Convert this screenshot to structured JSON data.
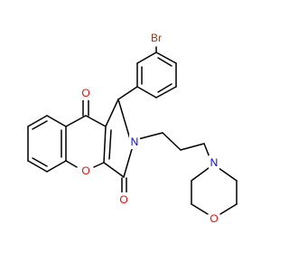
{
  "molecule": {
    "atoms": {
      "br": {
        "symbol": "Br",
        "color": "#8b3a1e"
      },
      "o_ketone": {
        "symbol": "O",
        "color": "#ff0000"
      },
      "o_ring": {
        "symbol": "O",
        "color": "#ff0000"
      },
      "o_lactam": {
        "symbol": "O",
        "color": "#ff0000"
      },
      "n_lactam": {
        "symbol": "N",
        "color": "#0000ff"
      },
      "n_morpholine": {
        "symbol": "N",
        "color": "#0000ff"
      },
      "o_morpholine": {
        "symbol": "O",
        "color": "#ff0000"
      }
    }
  }
}
